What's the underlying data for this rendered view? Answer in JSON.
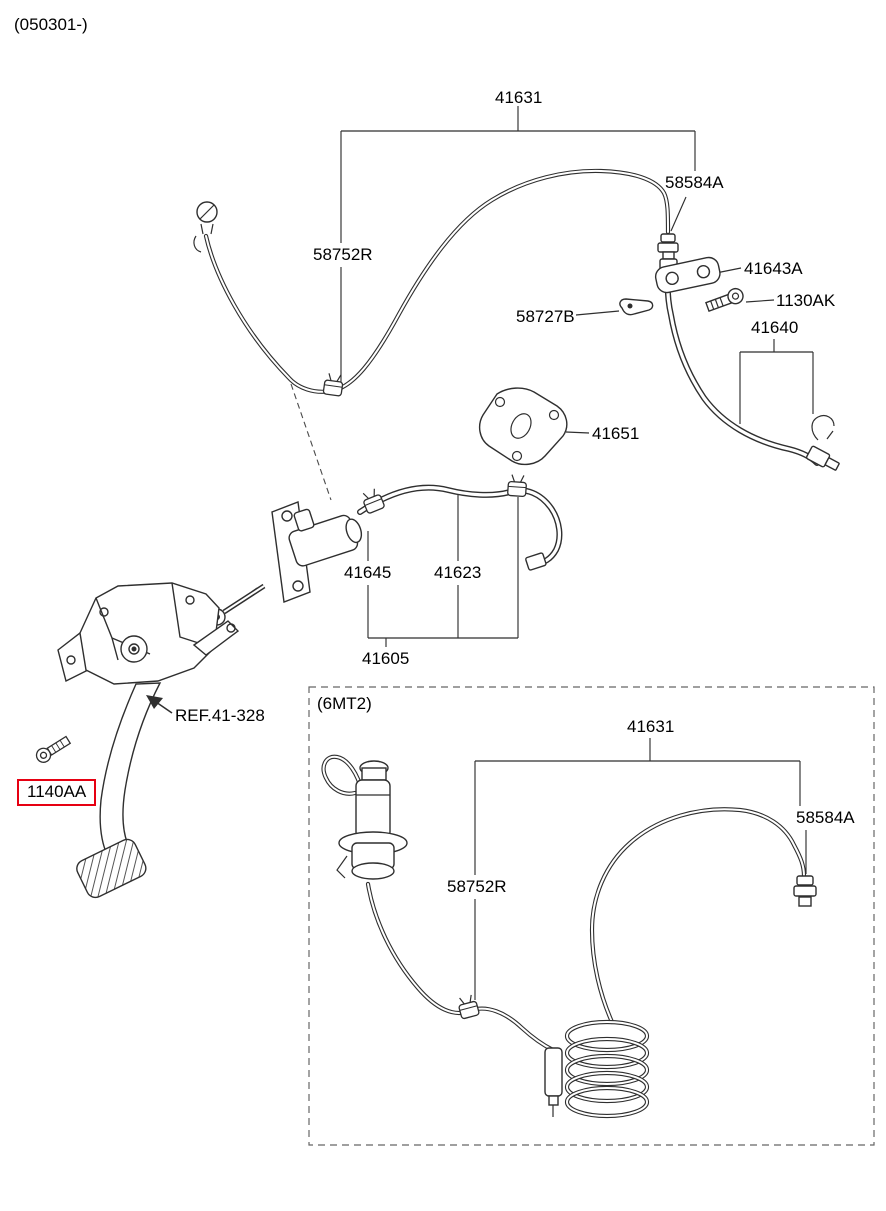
{
  "drawing": {
    "date_code": "(050301-)",
    "ref_note": "REF.41-328"
  },
  "parts": {
    "tube_assy": "41631",
    "connector": "58584A",
    "tube": "58752R",
    "bracket": "41643A",
    "bolt": "1130AK",
    "clip": "58727B",
    "hose": "41640",
    "gasket": "41651",
    "master_cylinder": "41645",
    "reservoir_hose": "41623",
    "cylinder_assy": "41605",
    "pedal_bolt": "1140AA"
  },
  "inset": {
    "variant": "(6MT2)",
    "tube_assy": "41631",
    "connector": "58584A",
    "tube": "58752R"
  },
  "colors": {
    "highlight_red": "#e60012",
    "line": "#2f2f2f"
  }
}
